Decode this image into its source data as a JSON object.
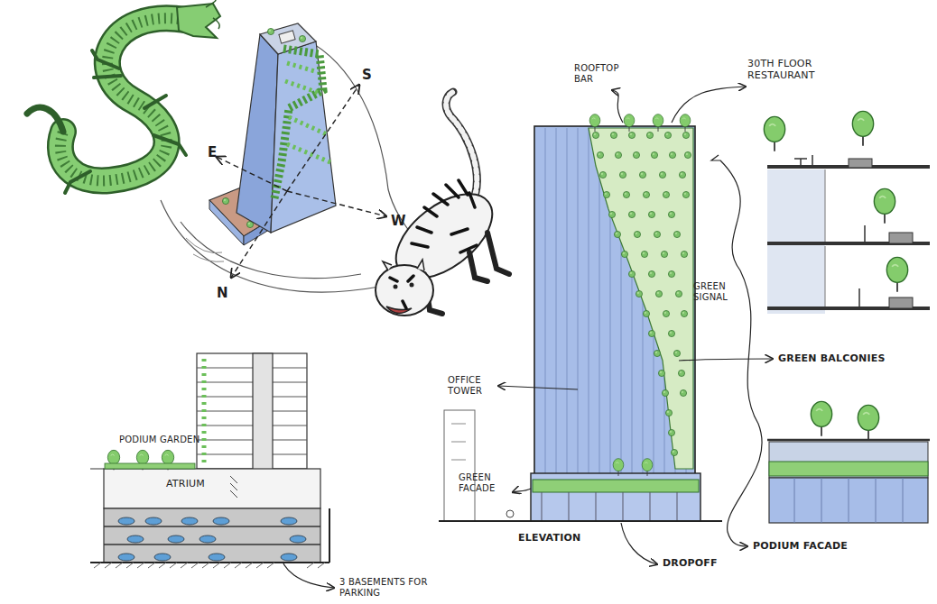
{
  "diagram": {
    "labels": [
      "E",
      "S",
      "W",
      "N",
      "ROOFTOP BAR",
      "30TH FLOOR RESTAURANT",
      "GREEN SIGNAL",
      "GREEN BALCONIES",
      "OFFICE TOWER",
      "GREEN FACADE",
      "ELEVATION",
      "DROPOFF",
      "PODIUM FACADE",
      "PODIUM GARDEN",
      "ATRIUM",
      "3 BASEMENTS FOR PARKING"
    ]
  }
}
